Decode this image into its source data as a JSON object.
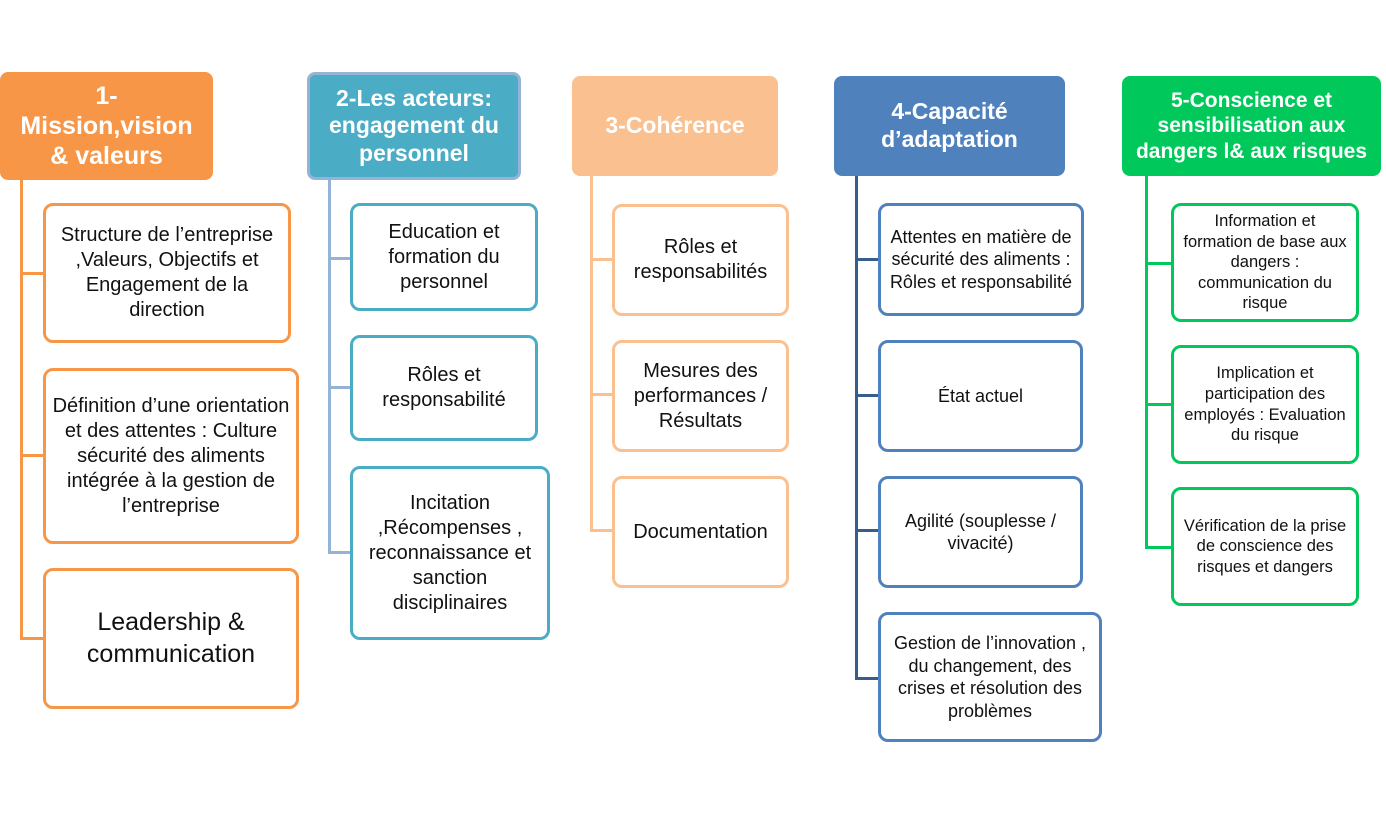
{
  "columns": [
    {
      "header": "1-\nMission,vision\n& valeurs",
      "color": "#f79646",
      "items": [
        "Structure de l’entreprise ,Valeurs, Objectifs et Engagement de la direction",
        "Définition d’une orientation et des attentes : Culture sécurité des aliments intégrée à la gestion de l’entreprise",
        "Leadership & communication"
      ]
    },
    {
      "header": "2-Les acteurs: engagement du personnel",
      "color": "#4bacc6",
      "items": [
        "Education et formation du personnel",
        "Rôles et responsabilité",
        "Incitation ,Récompenses , reconnaissance et sanction disciplinaires"
      ]
    },
    {
      "header": "3-Cohérence",
      "color": "#fac090",
      "items": [
        "Rôles et responsabilités",
        "Mesures des performances / Résultats",
        "Documentation"
      ]
    },
    {
      "header": "4-Capacité d’adaptation",
      "color": "#4f81bd",
      "items": [
        "Attentes en matière de sécurité des aliments : Rôles et responsabilité",
        "État actuel",
        "Agilité  (souplesse / vivacité)",
        "Gestion de l’innovation , du changement, des crises et résolution des problèmes"
      ]
    },
    {
      "header": "5-Conscience et sensibilisation aux dangers l& aux risques",
      "color": "#00c85a",
      "items": [
        "Information et formation de base aux dangers : communication du risque",
        "Implication et participation des employés : Evaluation du risque",
        "Vérification de la prise de conscience des risques et dangers"
      ]
    }
  ]
}
